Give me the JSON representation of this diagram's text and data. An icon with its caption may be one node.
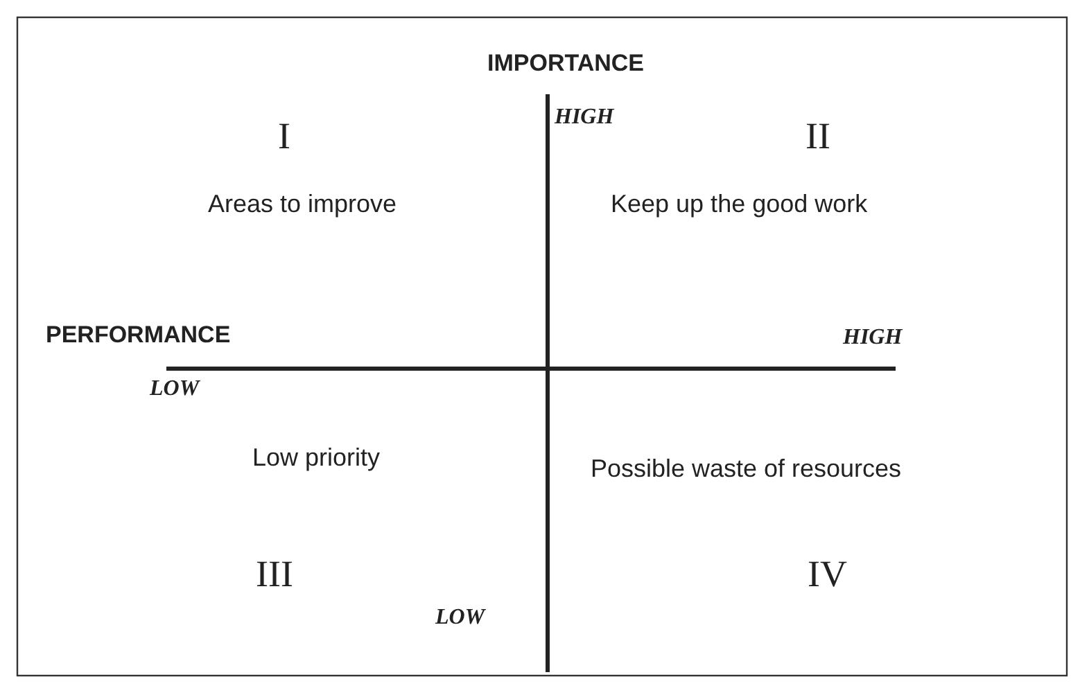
{
  "diagram": {
    "labels": [
      "IMPORTANCE",
      "I",
      "HIGH",
      "II",
      "Areas to improve",
      "Keep up the good work",
      "PERFORMANCE",
      "HIGH",
      "LOW",
      "Low priority",
      "Possible waste of resources",
      "III",
      "IV",
      "LOW"
    ]
  }
}
